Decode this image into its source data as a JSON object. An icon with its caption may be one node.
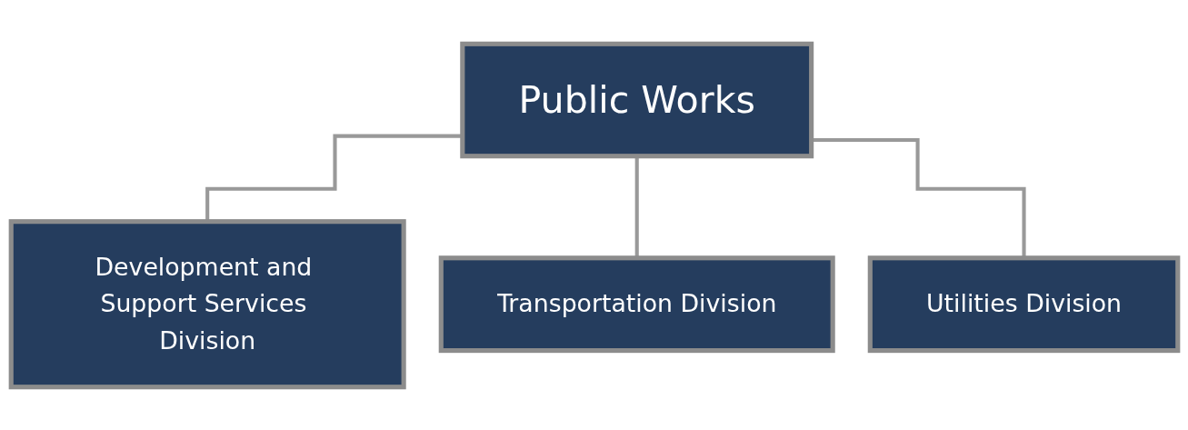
{
  "diagram": {
    "nodes": [
      {
        "text": [
          "Public Works"
        ]
      },
      {
        "text": [
          "Development and Support Services Division"
        ]
      },
      {
        "text": [
          "Transportation Division"
        ]
      },
      {
        "text": [
          "Utilities Division"
        ]
      }
    ],
    "edges": [
      {
        "from": 0,
        "to": 1,
        "arrow": "none"
      },
      {
        "from": 0,
        "to": 2,
        "arrow": "none"
      },
      {
        "from": 0,
        "to": 3,
        "arrow": "none"
      }
    ]
  }
}
